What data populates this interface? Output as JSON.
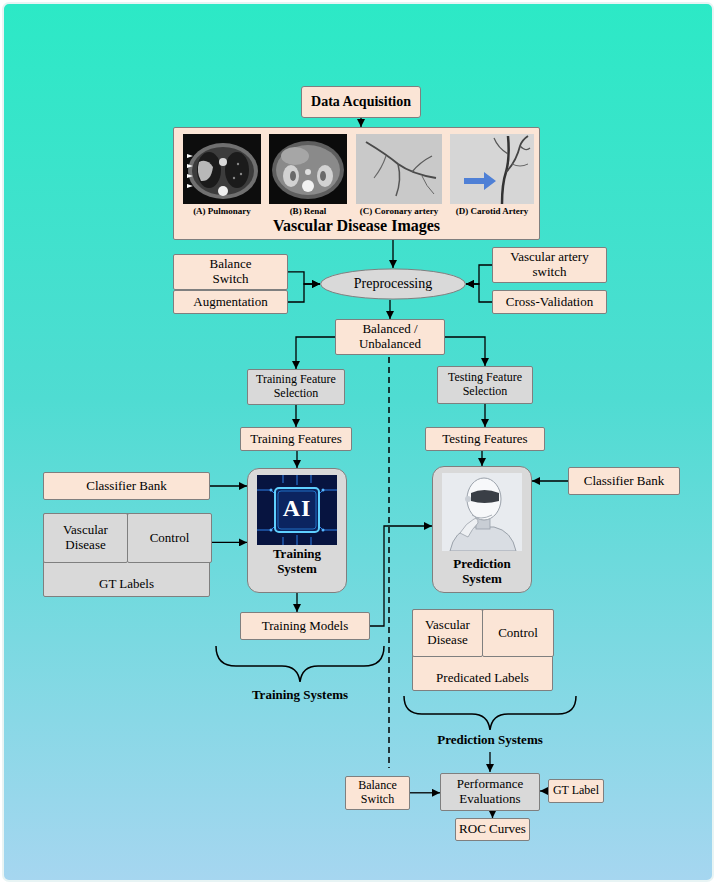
{
  "diagram": {
    "nodes": [
      {
        "text": [
          "Data Acquisition"
        ]
      },
      {
        "text": [
          "Vascular Disease Images"
        ]
      },
      {
        "text": [
          "(A) Pulmonary"
        ],
        "in": 1
      },
      {
        "text": [
          "(B) Renal"
        ],
        "in": 1
      },
      {
        "text": [
          "(C) Coronary artery"
        ],
        "in": 1
      },
      {
        "text": [
          "(D) Carotid Artery"
        ],
        "in": 1
      },
      {
        "text": [
          "Balance Switch"
        ]
      },
      {
        "text": [
          "Augmentation"
        ]
      },
      {
        "text": [
          "Preprocessing"
        ]
      },
      {
        "text": [
          "Vascular artery switch"
        ]
      },
      {
        "text": [
          "Cross-Validation"
        ]
      },
      {
        "text": [
          "Balanced / Unbalanced"
        ]
      },
      {
        "text": [
          "Training Feature Selection"
        ]
      },
      {
        "text": [
          "Testing Feature Selection"
        ]
      },
      {
        "text": [
          "Training Features"
        ]
      },
      {
        "text": [
          "Testing Features"
        ]
      },
      {
        "text": [
          "Classifier Bank"
        ]
      },
      {
        "text": [
          "AI",
          "Training System"
        ]
      },
      {
        "text": [
          "Prediction System"
        ]
      },
      {
        "text": [
          "Classifier Bank"
        ]
      },
      {
        "text": [
          "GT Labels"
        ]
      },
      {
        "text": [
          "Vascular Disease"
        ],
        "in": 20
      },
      {
        "text": [
          "Control"
        ],
        "in": 20
      },
      {
        "text": [
          "Training Models"
        ]
      },
      {
        "text": [
          "Predicated Labels"
        ]
      },
      {
        "text": [
          "Vascular Disease"
        ],
        "in": 24
      },
      {
        "text": [
          "Control"
        ],
        "in": 24
      },
      {
        "text": [
          "Balance Switch"
        ]
      },
      {
        "text": [
          "Performance Evaluations"
        ]
      },
      {
        "text": [
          "GT Label"
        ]
      },
      {
        "text": [
          "ROC Curves"
        ]
      }
    ],
    "edges": [
      {
        "from": 0,
        "to": 1,
        "arrow": "to"
      },
      {
        "from": 1,
        "to": 8,
        "arrow": "to"
      },
      {
        "from": 6,
        "to": 8,
        "arrow": "to"
      },
      {
        "from": 7,
        "to": 8,
        "arrow": "to"
      },
      {
        "from": 9,
        "to": 8,
        "arrow": "to"
      },
      {
        "from": 10,
        "to": 8,
        "arrow": "to"
      },
      {
        "from": 8,
        "to": 11,
        "arrow": "to"
      },
      {
        "from": 11,
        "to": 12,
        "arrow": "to"
      },
      {
        "from": 11,
        "to": 13,
        "arrow": "to"
      },
      {
        "from": 12,
        "to": 14,
        "arrow": "to"
      },
      {
        "from": 13,
        "to": 15,
        "arrow": "to"
      },
      {
        "from": 14,
        "to": 17,
        "arrow": "to"
      },
      {
        "from": 15,
        "to": 18,
        "arrow": "to"
      },
      {
        "from": 16,
        "to": 17,
        "arrow": "to"
      },
      {
        "from": 20,
        "to": 17,
        "arrow": "to"
      },
      {
        "from": 19,
        "to": 18,
        "arrow": "to"
      },
      {
        "from": 17,
        "to": 23,
        "arrow": "to"
      },
      {
        "from": 23,
        "to": 18,
        "arrow": "to"
      },
      {
        "from": 27,
        "to": 28,
        "arrow": "to"
      },
      {
        "from": 29,
        "to": 28,
        "arrow": "to"
      },
      {
        "from": 28,
        "to": 30,
        "arrow": "to"
      }
    ],
    "labels": [
      "Training Systems",
      "Prediction Systems"
    ]
  }
}
